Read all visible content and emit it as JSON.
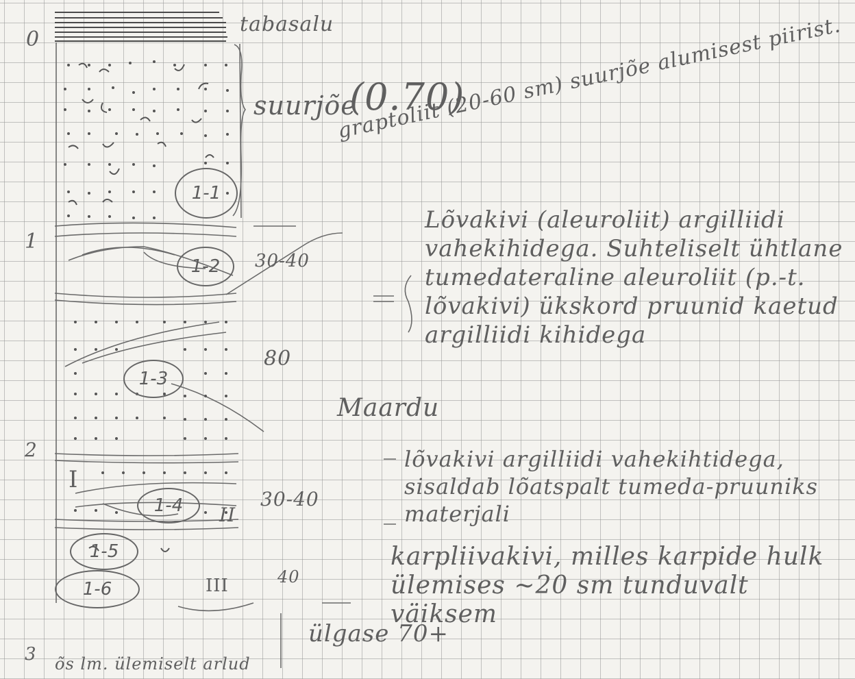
{
  "depth_marks": [
    "0",
    "1",
    "2",
    "3"
  ],
  "layers": [
    {
      "label": "tabasalu"
    },
    {
      "label": "suurjõe",
      "note": "(0.70)"
    },
    {
      "label": "graptoliit (20-60 sm) suurjõe alumisest piirist."
    },
    {
      "thickness": "30-40",
      "description": "Lõvakivi (aleuroliit) argilliidi vahekihidega. Suhteliselt ühtlane tumedateraline aleuroliit (p.-t. lõvakivi) ükskord pruunid kaetud argilliidi kihidega"
    },
    {
      "thickness": "80",
      "locality": "Maardu"
    },
    {
      "thickness": "30-40",
      "description": "lõvakivi argilliidi vahekihtidega, sisaldab lõatspalt tumeda-pruuniks materjali"
    },
    {
      "thickness": "40",
      "description": "karpliivakivi, milles karpide hulk ülemises ~20 sm tunduvalt väiksem"
    },
    {
      "formation": "ülgase 70+"
    }
  ],
  "sample_ids": [
    "1-1",
    "1-2",
    "1-3",
    "1-4",
    "1-5",
    "1-6"
  ],
  "roman_marks": [
    "I",
    "II",
    "III"
  ],
  "footer_note": "õs lm. ülemiselt arlud"
}
